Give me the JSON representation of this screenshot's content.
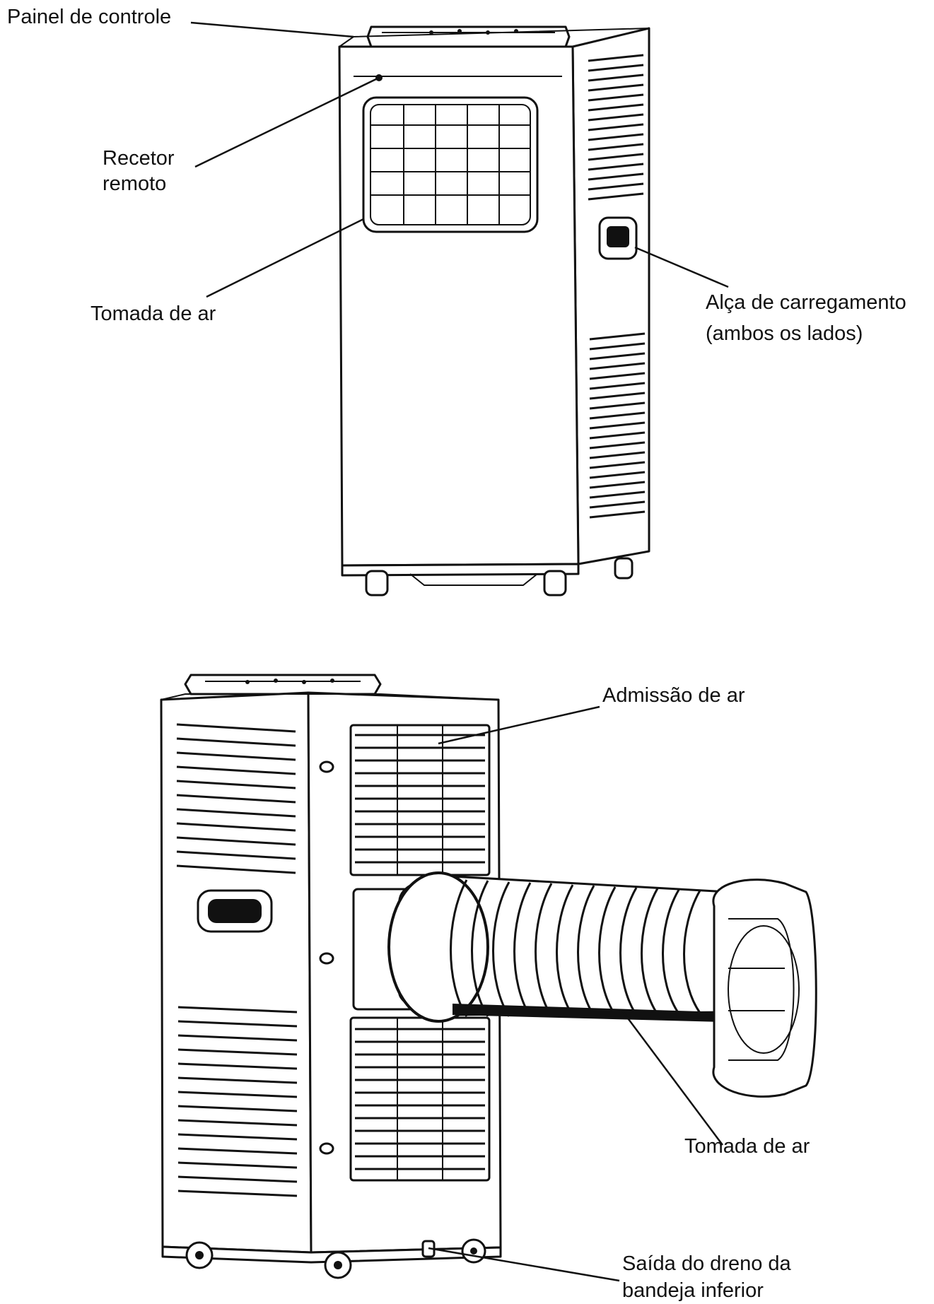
{
  "labels": {
    "control_panel": "Painel de controle",
    "remote_receiver_line1": "Recetor",
    "remote_receiver_line2": "remoto",
    "air_outlet_front": "Tomada de ar",
    "carry_handle_line1": "Alça de carregamento",
    "carry_handle_line2": "(ambos os lados)",
    "air_intake": "Admissão de ar",
    "air_outlet_hose": "Tomada de ar",
    "drain_line1": "Saída do dreno da",
    "drain_line2": "bandeja inferior"
  },
  "icons": [
    "air-conditioner-front-illustration",
    "air-conditioner-rear-illustration"
  ],
  "colors": {
    "ink": "#111111",
    "background": "#ffffff"
  }
}
